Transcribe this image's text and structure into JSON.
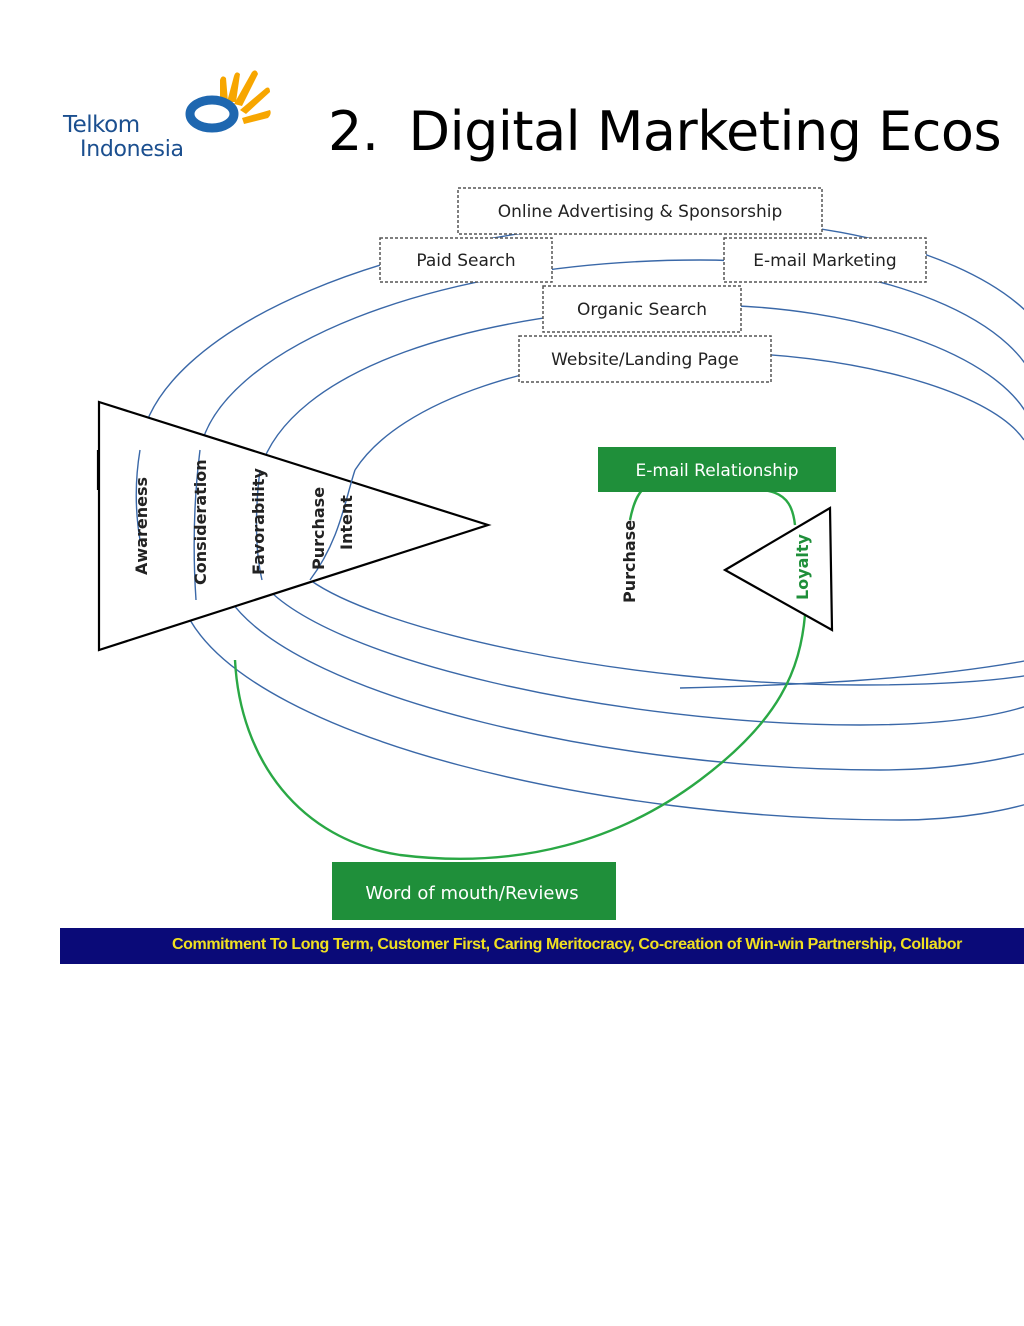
{
  "logo": {
    "line1": "Telkom",
    "line2": "Indonesia",
    "colors": {
      "text": "#1b4f8f",
      "ring": "#1e67b0",
      "flame": "#f7a600"
    }
  },
  "title": {
    "number": "2.",
    "text": "Digital Marketing Ecos"
  },
  "diagram": {
    "channels": [
      "Online Advertising & Sponsorship",
      "Paid Search",
      "E-mail Marketing",
      "Organic Search",
      "Website/Landing Page"
    ],
    "funnel_stages": [
      "Awareness",
      "Consideration",
      "Favorability",
      "Purchase",
      "Intent"
    ],
    "email_relationship": "E-mail Relationship",
    "purchase": "Purchase",
    "loyalty": "Loyalty",
    "word_of_mouth": "Word of mouth/Reviews",
    "colors": {
      "green_box": "#1f8f3a",
      "green_line": "#2aa845",
      "ellipse": "#3a68a8",
      "funnel": "#000000"
    }
  },
  "footer": {
    "text": "Commitment To Long Term, Customer First, Caring Meritocracy, Co-creation of Win-win Partnership, Collabor",
    "colors": {
      "band": "#0a0a78",
      "text": "#f0e020"
    }
  }
}
